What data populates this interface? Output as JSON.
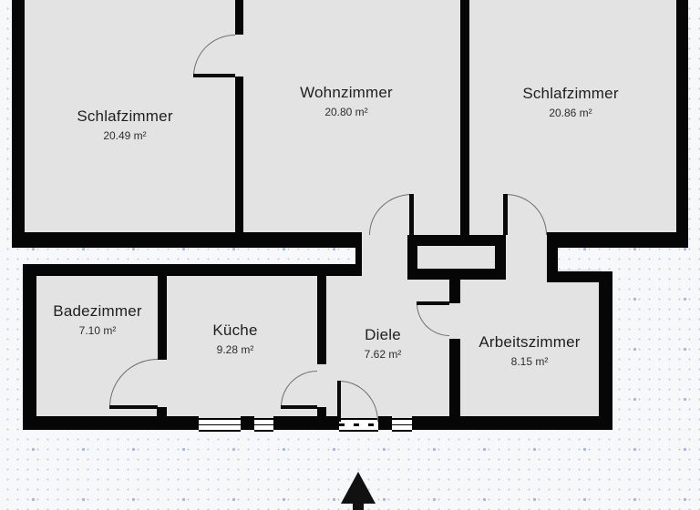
{
  "plan": {
    "rooms": {
      "schlafzimmer_links": {
        "name": "Schlafzimmer",
        "area": "20.49 m²"
      },
      "wohnzimmer": {
        "name": "Wohnzimmer",
        "area": "20.80 m²"
      },
      "schlafzimmer_rechts": {
        "name": "Schlafzimmer",
        "area": "20.86 m²"
      },
      "badezimmer": {
        "name": "Badezimmer",
        "area": "7.10 m²"
      },
      "kueche": {
        "name": "Küche",
        "area": "9.28 m²"
      },
      "diele": {
        "name": "Diele",
        "area": "7.62 m²"
      },
      "arbeitszimmer": {
        "name": "Arbeitszimmer",
        "area": "8.15 m²"
      }
    },
    "colors": {
      "wall": "#060606",
      "floor": "#e3e3e4",
      "background": "#f7f8f9",
      "dot": "#c6c9d2",
      "accent_dot": "#aab6dc",
      "text": "#1f1f1f"
    }
  }
}
